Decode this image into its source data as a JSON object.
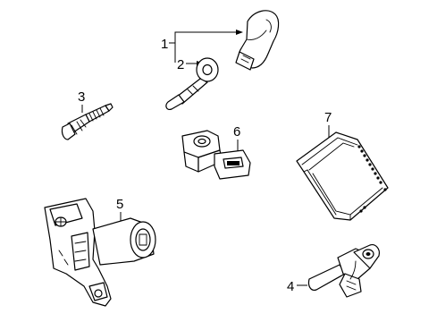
{
  "callouts": {
    "c1": "1",
    "c2": "2",
    "c3": "3",
    "c4": "4",
    "c5": "5",
    "c6": "6",
    "c7": "7"
  },
  "parts": [
    {
      "callout": "1",
      "icon": "ignition-coil-connector-icon"
    },
    {
      "callout": "2",
      "icon": "ignition-coil-icon"
    },
    {
      "callout": "3",
      "icon": "spark-plug-icon"
    },
    {
      "callout": "4",
      "icon": "crankshaft-position-sensor-icon"
    },
    {
      "callout": "5",
      "icon": "camshaft-position-sensor-icon"
    },
    {
      "callout": "6",
      "icon": "knock-sensor-icon"
    },
    {
      "callout": "7",
      "icon": "engine-control-module-icon"
    }
  ]
}
